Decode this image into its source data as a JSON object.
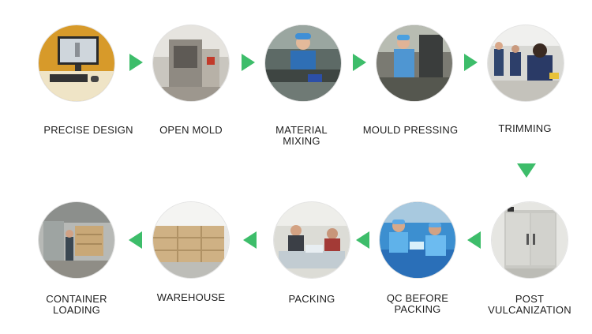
{
  "steps": [
    {
      "label": "PRECISE DESIGN"
    },
    {
      "label": "OPEN MOLD"
    },
    {
      "label": "MATERIAL MIXING"
    },
    {
      "label": "MOULD PRESSING"
    },
    {
      "label": "TRIMMING"
    },
    {
      "label": "POST VULCANIZATION"
    },
    {
      "label": "QC BEFORE PACKING"
    },
    {
      "label": "PACKING"
    },
    {
      "label": "WAREHOUSE"
    },
    {
      "label": "CONTAINER LOADING"
    }
  ],
  "colors": {
    "arrow": "#3dbd6a"
  }
}
